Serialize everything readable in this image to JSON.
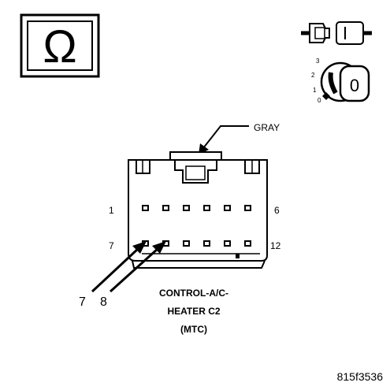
{
  "ohm_symbol": {
    "icon": "ohm-icon",
    "glyph": "Ω"
  },
  "connector_icon": {
    "icon": "connector-plug-icon"
  },
  "ignition": {
    "icon": "ignition-key-icon",
    "positions": [
      "3",
      "2",
      "1",
      "0"
    ],
    "key_glyph": "0"
  },
  "connector": {
    "color_label": "GRAY",
    "top_row_start": "1",
    "top_row_end": "6",
    "bottom_row_start": "7",
    "bottom_row_end": "12",
    "name_line1": "CONTROL-A/C-",
    "name_line2": "HEATER C2",
    "name_line3": "(MTC)"
  },
  "callouts": [
    "7",
    "8"
  ],
  "figure_id": "815f3536"
}
